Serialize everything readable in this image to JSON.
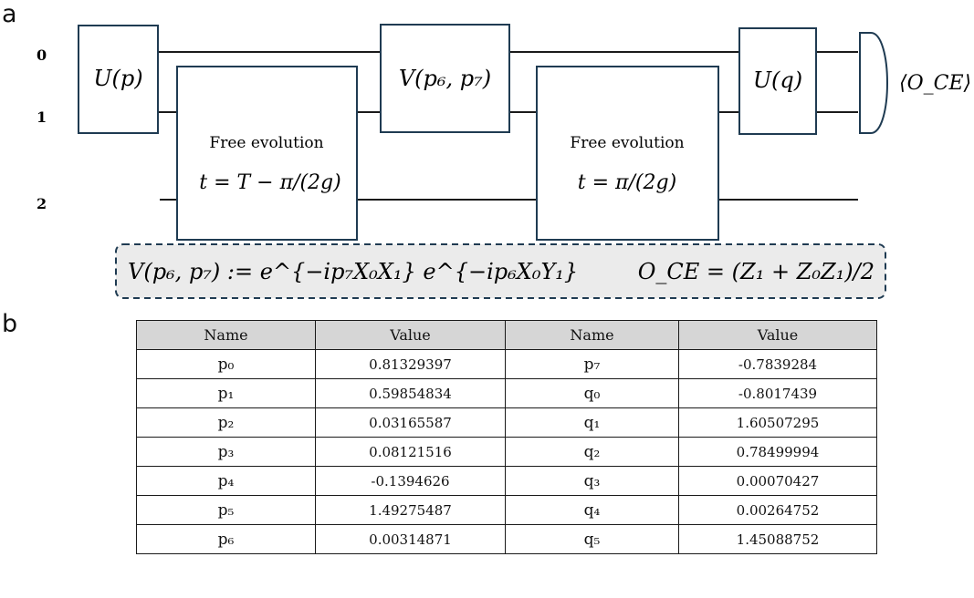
{
  "panel_a": {
    "label": "a",
    "qubits": [
      "0",
      "1",
      "2"
    ],
    "gates": {
      "u_p": "U(p)",
      "v_gate": "V(p₆, p₇)",
      "u_q": "U(q)"
    },
    "free_evolution_1": {
      "title": "Free evolution",
      "time": "t = T − π/(2g)"
    },
    "free_evolution_2": {
      "title": "Free evolution",
      "time": "t = π/(2g)"
    },
    "measurement_label": "⟨O_CE⟩",
    "definitions": {
      "v_definition": "V(p₆, p₇) := e^{−ip₇X₀X₁} e^{−ip₆X₀Y₁}",
      "o_definition": "O_CE = (Z₁ + Z₀Z₁)/2"
    }
  },
  "panel_b": {
    "label": "b",
    "headers": [
      "Name",
      "Value",
      "Name",
      "Value"
    ],
    "rows": [
      [
        "p₀",
        "0.81329397",
        "p₇",
        "-0.7839284"
      ],
      [
        "p₁",
        "0.59854834",
        "q₀",
        "-0.8017439"
      ],
      [
        "p₂",
        "0.03165587",
        "q₁",
        "1.60507295"
      ],
      [
        "p₃",
        "0.08121516",
        "q₂",
        "0.78499994"
      ],
      [
        "p₄",
        "-0.1394626",
        "q₃",
        "0.00070427"
      ],
      [
        "p₅",
        "1.49275487",
        "q₄",
        "0.00264752"
      ],
      [
        "p₆",
        "0.00314871",
        "q₅",
        "1.45088752"
      ]
    ]
  }
}
